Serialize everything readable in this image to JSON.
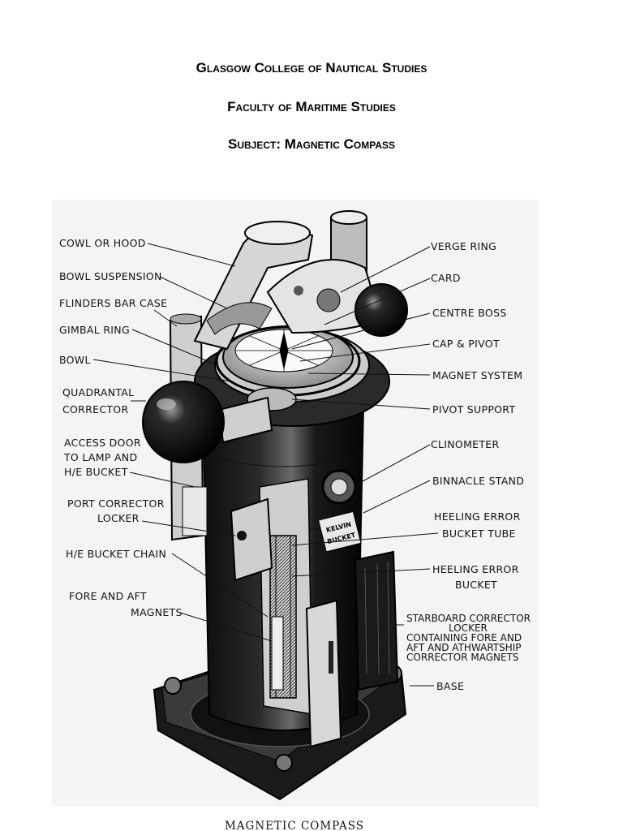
{
  "header": {
    "college": "Glasgow College of Nautical Studies",
    "faculty": "Faculty of Maritime Studies",
    "subject": "Subject: Magnetic Compass"
  },
  "labels_left": {
    "cowl": "COWL OR HOOD",
    "bowl_suspension": "BOWL SUSPENSION",
    "flinders": "FLINDERS BAR CASE",
    "gimbal": "GIMBAL RING",
    "bowl": "BOWL",
    "quadrantal_1": "QUADRANTAL",
    "quadrantal_2": "CORRECTOR",
    "access_1": "ACCESS DOOR",
    "access_2": "TO LAMP AND",
    "access_3": "H/E BUCKET",
    "port_1": "PORT CORRECTOR",
    "port_2": "LOCKER",
    "chain": "H/E BUCKET CHAIN",
    "fore_1": "FORE AND AFT",
    "fore_2": "MAGNETS"
  },
  "labels_right": {
    "verge": "VERGE RING",
    "card": "CARD",
    "centre_boss": "CENTRE BOSS",
    "cap_pivot": "CAP & PIVOT",
    "magnet_system": "MAGNET SYSTEM",
    "pivot_support": "PIVOT SUPPORT",
    "clinometer": "CLINOMETER",
    "binnacle": "BINNACLE STAND",
    "he_tube_1": "HEELING ERROR",
    "he_tube_2": "BUCKET TUBE",
    "he_bucket_1": "HEELING ERROR",
    "he_bucket_2": "BUCKET",
    "stbd_1": "STARBOARD CORRECTOR",
    "stbd_2": "LOCKER",
    "stbd_3": "CONTAINING FORE AND",
    "stbd_4": "AFT AND ATHWARTSHIP",
    "stbd_5": "CORRECTOR MAGNETS",
    "base": "BASE"
  },
  "stand_text_1": "KELVIN",
  "stand_text_2": "BUCKET",
  "caption": "MAGNETIC COMPASS"
}
